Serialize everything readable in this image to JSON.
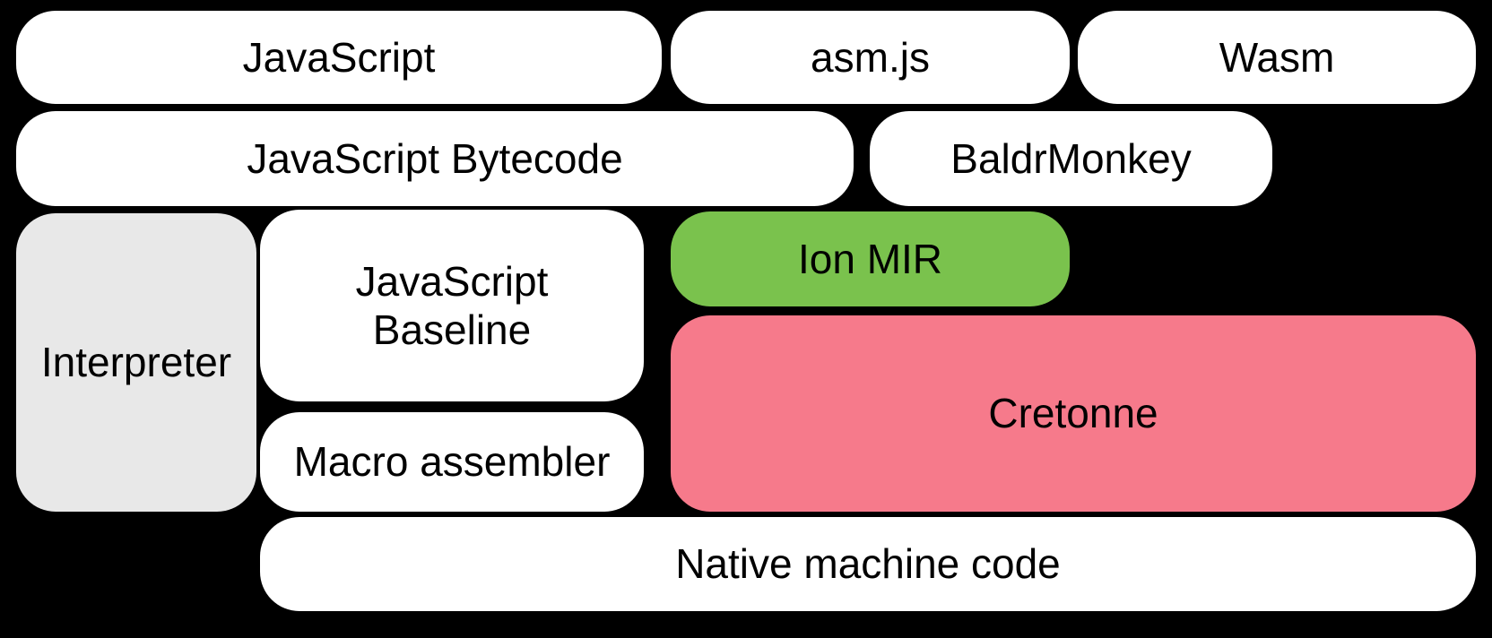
{
  "diagram": {
    "title_hint": "Compiler pipeline diagram",
    "background_color": "#000000",
    "text_color": "#000000",
    "colors": {
      "default_box": "#ffffff",
      "interpreter_box": "#e8e8e8",
      "ion_mir_box": "#7ac24d",
      "cretonne_box": "#f67a8b"
    },
    "nodes": {
      "javascript": {
        "label": "JavaScript"
      },
      "asmjs": {
        "label": "asm.js"
      },
      "wasm": {
        "label": "Wasm"
      },
      "bytecode": {
        "label": "JavaScript Bytecode"
      },
      "baldrmonkey": {
        "label": "BaldrMonkey"
      },
      "interpreter": {
        "label": "Interpreter"
      },
      "baseline": {
        "label": "JavaScript Baseline"
      },
      "ion_mir": {
        "label": "Ion MIR"
      },
      "cretonne": {
        "label": "Cretonne"
      },
      "macro_assembler": {
        "label": "Macro assembler"
      },
      "native": {
        "label": "Native machine code"
      }
    }
  }
}
